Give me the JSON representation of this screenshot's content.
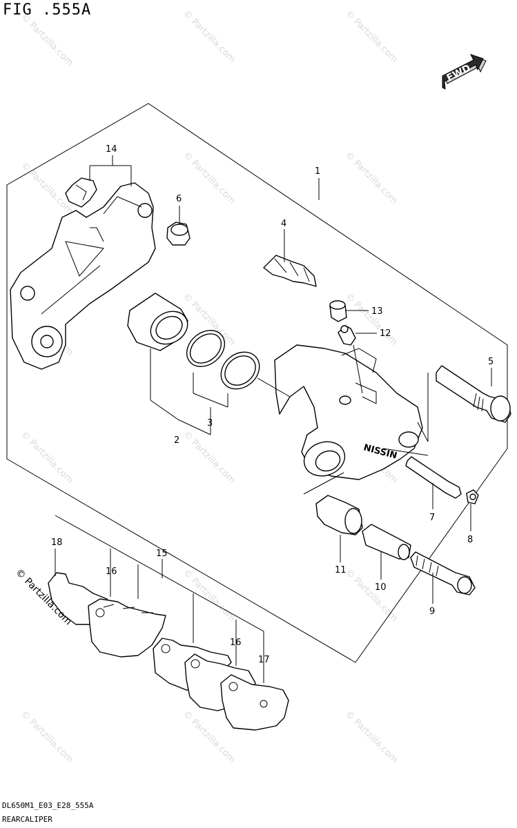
{
  "header": {
    "figure_id": "FIG .555A"
  },
  "footer": {
    "code": "DL650M1_E03_E28_555A",
    "name": "REARCALIPER"
  },
  "fwd_label": "FWD",
  "watermark": {
    "text": "© Partzilla.com"
  },
  "callouts": {
    "c1": "1",
    "c2": "2",
    "c3": "3",
    "c4": "4",
    "c5": "5",
    "c6": "6",
    "c7": "7",
    "c8": "8",
    "c9": "9",
    "c10": "10",
    "c11": "11",
    "c12": "12",
    "c13": "13",
    "c14": "14",
    "c15": "15",
    "c16a": "16",
    "c16b": "16",
    "c17": "17",
    "c18": "18"
  },
  "caliper_mark": "NISSIN",
  "partzilla_side": "© Partzilla.com"
}
